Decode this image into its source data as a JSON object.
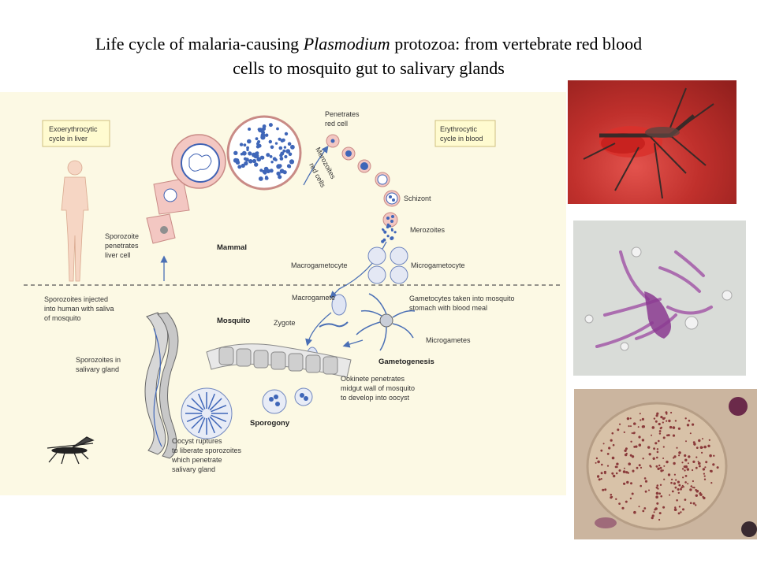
{
  "title": {
    "part1": "Life cycle of malaria-causing ",
    "italic": "Plasmodium",
    "part2": " protozoa: from vertebrate red blood",
    "line2": "cells to mosquito gut to salivary glands"
  },
  "diagram": {
    "box_liver": [
      "Exoerythrocytic",
      "cycle in liver"
    ],
    "box_blood": [
      "Erythrocytic",
      "cycle in blood"
    ],
    "penetrates": [
      "Penetrates",
      "red cell"
    ],
    "merozoites_red": [
      "Merozoites",
      "red cells"
    ],
    "schizont": "Schizont",
    "merozoites": "Merozoites",
    "macrogametocyte": "Macrogametocyte",
    "microgametocyte": "Microgametocyte",
    "mammal": "Mammal",
    "mosquito": "Mosquito",
    "sporozoite_liver": [
      "Sporozoite",
      "penetrates",
      "liver cell"
    ],
    "injected": [
      "Sporozoites injected",
      "into human with saliva",
      "of mosquito"
    ],
    "macrogamete": "Macrogamete",
    "zygote": "Zygote",
    "gametocytes_taken": [
      "Gametocytes taken into mosquito",
      "stomach with blood meal"
    ],
    "microgametes": "Microgametes",
    "gametogenesis": "Gametogenesis",
    "salivary": [
      "Sporozoites in",
      "salivary gland"
    ],
    "ookinete": [
      "Ookinete penetrates",
      "midgut wall of mosquito",
      "to develop into oocyst"
    ],
    "sporogony": "Sporogony",
    "oocyst_ruptures": [
      "Oocyst ruptures",
      "to liberate sporozoites",
      "which penetrate",
      "salivary gland"
    ]
  },
  "colors": {
    "diagram_bg": "#fcf9e4",
    "box_bg": "#fffbd0",
    "parasite_blue": "#3f66b8",
    "cell_pink": "#f3c7c2",
    "arrow_blue": "#4a6fb5"
  }
}
